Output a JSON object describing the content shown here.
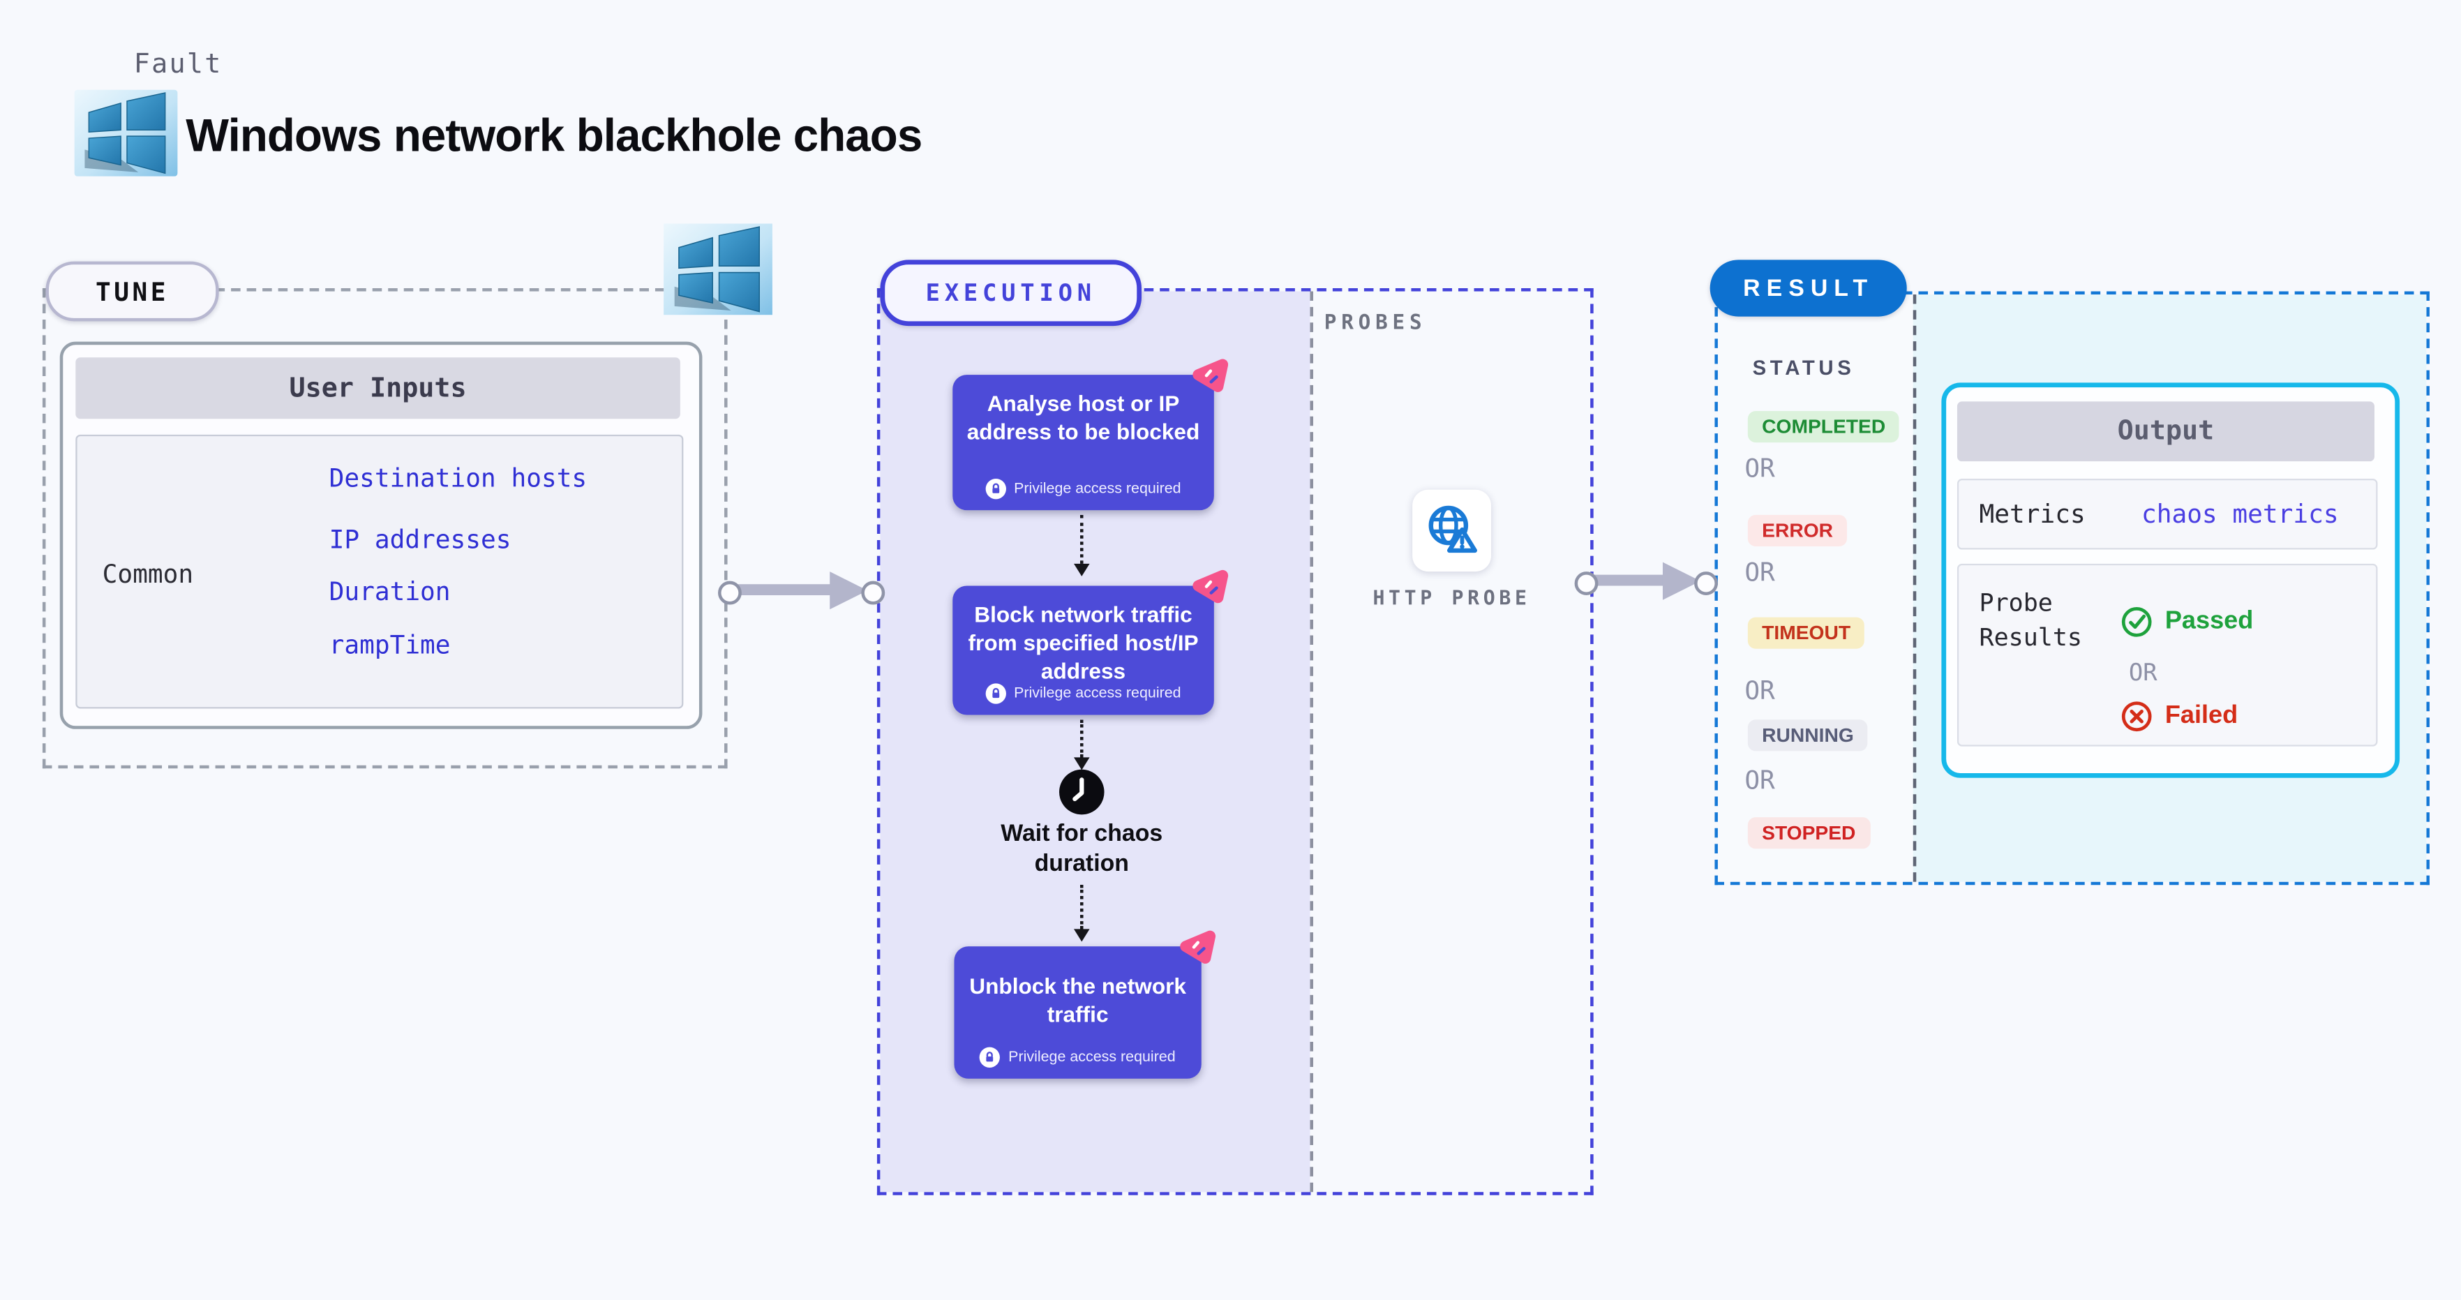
{
  "header": {
    "kicker": "Fault",
    "title": "Windows network blackhole chaos"
  },
  "tune": {
    "badge": "TUNE",
    "table": {
      "title": "User Inputs",
      "row_label": "Common",
      "links": [
        "Destination hosts",
        "IP addresses",
        "Duration",
        "rampTime"
      ]
    }
  },
  "execution": {
    "badge": "EXECUTION",
    "probes_label": "PROBES",
    "nodes": [
      {
        "label": "Analyse host or IP address to be blocked",
        "badge": "Privilege access required"
      },
      {
        "label": "Block network traffic from specified host/IP address",
        "badge": "Privilege access required"
      },
      {
        "label": "Unblock the network traffic",
        "badge": "Privilege access required"
      }
    ],
    "wait_label": "Wait for chaos duration",
    "probe_label": "HTTP PROBE"
  },
  "result": {
    "badge": "RESULT",
    "status_title": "STATUS",
    "or_label": "OR",
    "statuses": [
      {
        "label": "COMPLETED",
        "bg": "#dcf2dc",
        "fg": "#1d8c35"
      },
      {
        "label": "ERROR",
        "bg": "#fce8e8",
        "fg": "#d02b2b"
      },
      {
        "label": "TIMEOUT",
        "bg": "#f8eec5",
        "fg": "#c3321c"
      },
      {
        "label": "RUNNING",
        "bg": "#ebecf2",
        "fg": "#585d78"
      },
      {
        "label": "STOPPED",
        "bg": "#fae7e7",
        "fg": "#d02222"
      }
    ],
    "output": {
      "title": "Output",
      "metrics_label": "Metrics",
      "metrics_value": "chaos metrics",
      "probe_results_label": "Probe Results",
      "passed_label": "Passed",
      "failed_label": "Failed"
    }
  },
  "colors": {
    "page_bg": "#f7f9fd",
    "accent_indigo": "#4342da",
    "node_bg": "#4d4bd8",
    "lavender_lane": "#e5e5f9",
    "result_blue": "#0d71d0",
    "result_dash": "#1478d6",
    "cyan_bg": "#e7f6fb",
    "output_border": "#16b8ea",
    "link_blue": "#2f2fd4",
    "passed_green": "#1ea23c",
    "failed_red": "#d42d18",
    "sparkle_pink": "#f6548b",
    "arrow_gray": "#b3b5cb"
  }
}
